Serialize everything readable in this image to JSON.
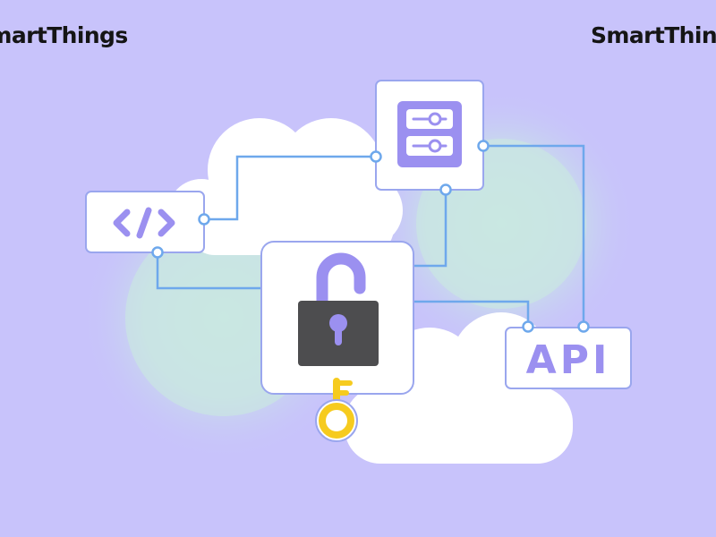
{
  "brand": {
    "left_text": "SmartThings",
    "right_text": "SmartThings"
  },
  "api_card": {
    "label": "API"
  },
  "icons": {
    "code": "code-brackets-icon",
    "settings": "settings-sliders-icon",
    "lock": "unlocked-padlock-icon",
    "key": "key-icon"
  },
  "colors": {
    "background": "#c8c3fb",
    "accent": "#9b90f0",
    "connector": "#6ea8ec",
    "card_border": "#9aa6ee",
    "lock_body": "#4d4d4f",
    "key": "#f6cb1f",
    "glow": "#c9ebe1",
    "cloud": "#ffffff"
  }
}
